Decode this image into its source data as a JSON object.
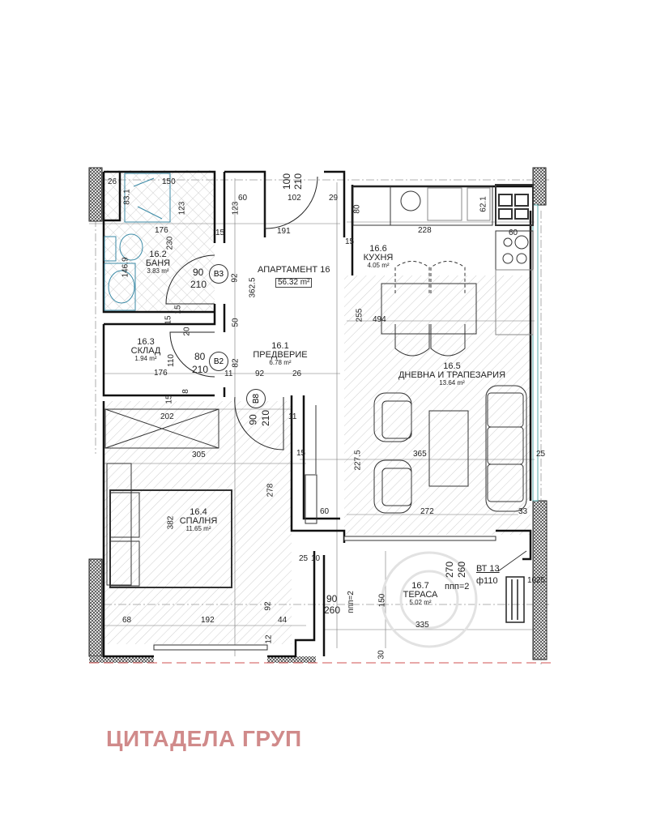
{
  "apartment": {
    "title": "АПАРТАМЕНТ 16",
    "area": "56.32 m²"
  },
  "rooms": [
    {
      "id": "16.1",
      "name": "ПРЕДВЕРИЕ",
      "area": "6.78 m²"
    },
    {
      "id": "16.2",
      "name": "БАНЯ",
      "area": "3.83 m²"
    },
    {
      "id": "16.3",
      "name": "СКЛАД",
      "area": "1.94 m²"
    },
    {
      "id": "16.4",
      "name": "СПАЛНЯ",
      "area": "11.65 m²"
    },
    {
      "id": "16.5",
      "name": "ДНЕВНА И ТРАПЕЗАРИЯ",
      "area": "13.64 m²"
    },
    {
      "id": "16.6",
      "name": "КУХНЯ",
      "area": "4.05 m²"
    },
    {
      "id": "16.7",
      "name": "ТЕРАСА",
      "area": "5.02 m²"
    }
  ],
  "doors": [
    {
      "tag": "В3",
      "width": "90",
      "height": "210"
    },
    {
      "tag": "В2",
      "width": "80",
      "height": "210"
    },
    {
      "tag": "В8",
      "width": "90",
      "height": "210"
    },
    {
      "tag": "",
      "width": "100",
      "height": "210"
    }
  ],
  "terrace_door": {
    "width": "90",
    "height": "260",
    "note": "ппп=2"
  },
  "terrace_window": {
    "w1": "270",
    "w2": "260",
    "note": "ппп=2"
  },
  "radiator": {
    "code": "ВТ 13",
    "diameter": "ф110"
  },
  "dimensions": {
    "d26": "26",
    "d150": "150",
    "d83_1": "83.1",
    "d123a": "123",
    "d176a": "176",
    "d230": "230",
    "d146_9": "146.9",
    "d60a": "60",
    "d123b": "123",
    "d15a": "15",
    "d102": "102",
    "d29": "29",
    "d191": "191",
    "d15b": "15",
    "d80": "80",
    "d228": "228",
    "d62_1": "62.1",
    "d60b": "60",
    "d92a": "92",
    "d362_5": "362.5",
    "d255": "255",
    "d494": "494",
    "d15c": "15",
    "d15d": "15",
    "d20": "20",
    "d50": "50",
    "d110": "110",
    "d82": "82",
    "d176b": "176",
    "d92b": "92",
    "d26b": "26",
    "d11a": "11",
    "d8": "8",
    "d15e": "15",
    "d202": "202",
    "d305": "305",
    "d278": "278",
    "d382": "382",
    "d11b": "11",
    "d15f": "15",
    "d365": "365",
    "d227_5": "227.5",
    "d25a": "25",
    "d60c": "60",
    "d272": "272",
    "d33": "33",
    "d25b": "25",
    "d10a": "10",
    "d92c": "92",
    "d68": "68",
    "d192": "192",
    "d44": "44",
    "d12": "12",
    "d150b": "150",
    "d335": "335",
    "d10b": "10",
    "d25c": "25",
    "d30": "30"
  },
  "brand": {
    "name": "ЦИТАДЕЛА ГРУП",
    "color": "#d08a8a"
  },
  "colors": {
    "wall": "#1a1a1a",
    "fixture": "#3b8aa6",
    "hatch": "#c8c8c8",
    "masonry": "#555555",
    "axis": "#888888",
    "red_line": "#d05050"
  }
}
